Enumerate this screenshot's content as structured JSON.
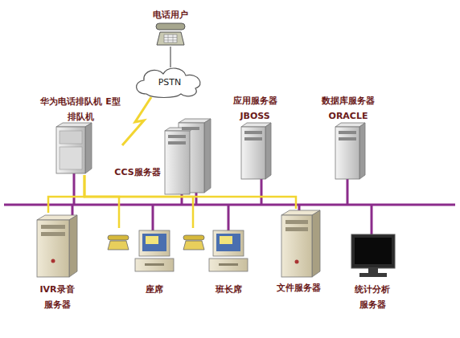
{
  "diagram": {
    "nodes": [
      {
        "text": [
          "电话用户"
        ]
      },
      {
        "text": [
          "PSTN"
        ]
      },
      {
        "text": [
          "华为电话排队机 E型排队机"
        ]
      },
      {
        "text": [
          "CCS服务器"
        ]
      },
      {
        "text": [
          "应用服务器 JBOSS"
        ]
      },
      {
        "text": [
          "数据库服务器 ORACLE"
        ]
      },
      {
        "text": [
          "IVR录音 服务器"
        ]
      },
      {
        "text": [
          "座席"
        ]
      },
      {
        "text": [
          "班长席"
        ]
      },
      {
        "text": [
          "文件服务器"
        ]
      },
      {
        "text": [
          "统计分析 服务器"
        ]
      }
    ],
    "edges": [
      {
        "from": 0,
        "to": 1,
        "arrow": "none"
      },
      {
        "from": 1,
        "to": 2,
        "arrow": "none"
      },
      {
        "from": 2,
        "to": 6,
        "arrow": "none"
      },
      {
        "from": 2,
        "to": 7,
        "arrow": "none"
      },
      {
        "from": 2,
        "to": 8,
        "arrow": "none"
      },
      {
        "from": 2,
        "to": 9,
        "arrow": "none"
      }
    ]
  }
}
